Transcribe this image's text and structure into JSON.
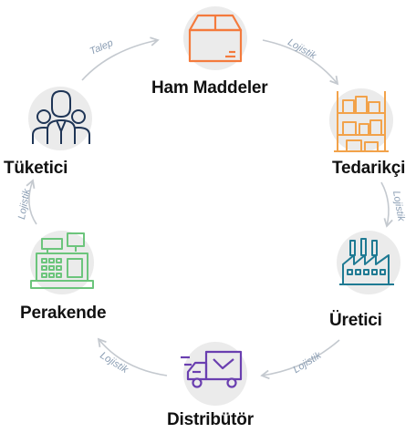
{
  "nodes": [
    {
      "id": "ham-maddeler",
      "label": "Ham Maddeler",
      "icon": "box-icon",
      "color": "#f47a3c"
    },
    {
      "id": "tedarikci",
      "label": "Tedarikçi",
      "icon": "warehouse-shelves-icon",
      "color": "#f2a24a"
    },
    {
      "id": "uretici",
      "label": "Üretici",
      "icon": "factory-icon",
      "color": "#1f7a93"
    },
    {
      "id": "distributor",
      "label": "Distribütör",
      "icon": "delivery-truck-icon",
      "color": "#6a3fb0"
    },
    {
      "id": "perakende",
      "label": "Perakende",
      "icon": "cash-register-icon",
      "color": "#6cc57c"
    },
    {
      "id": "tuketici",
      "label": "Tüketici",
      "icon": "people-group-icon",
      "color": "#1f3556"
    }
  ],
  "edges": [
    {
      "label": "Talep"
    },
    {
      "label": "Lojistik"
    },
    {
      "label": "Lojistik"
    },
    {
      "label": "Lojistik"
    },
    {
      "label": "Lojistik"
    },
    {
      "label": "Lojistik"
    }
  ],
  "colors": {
    "icon_bg": "#ebebeb",
    "arrow": "#c4c9cf",
    "edge_text": "#8a9db3",
    "node_text": "#111111"
  }
}
